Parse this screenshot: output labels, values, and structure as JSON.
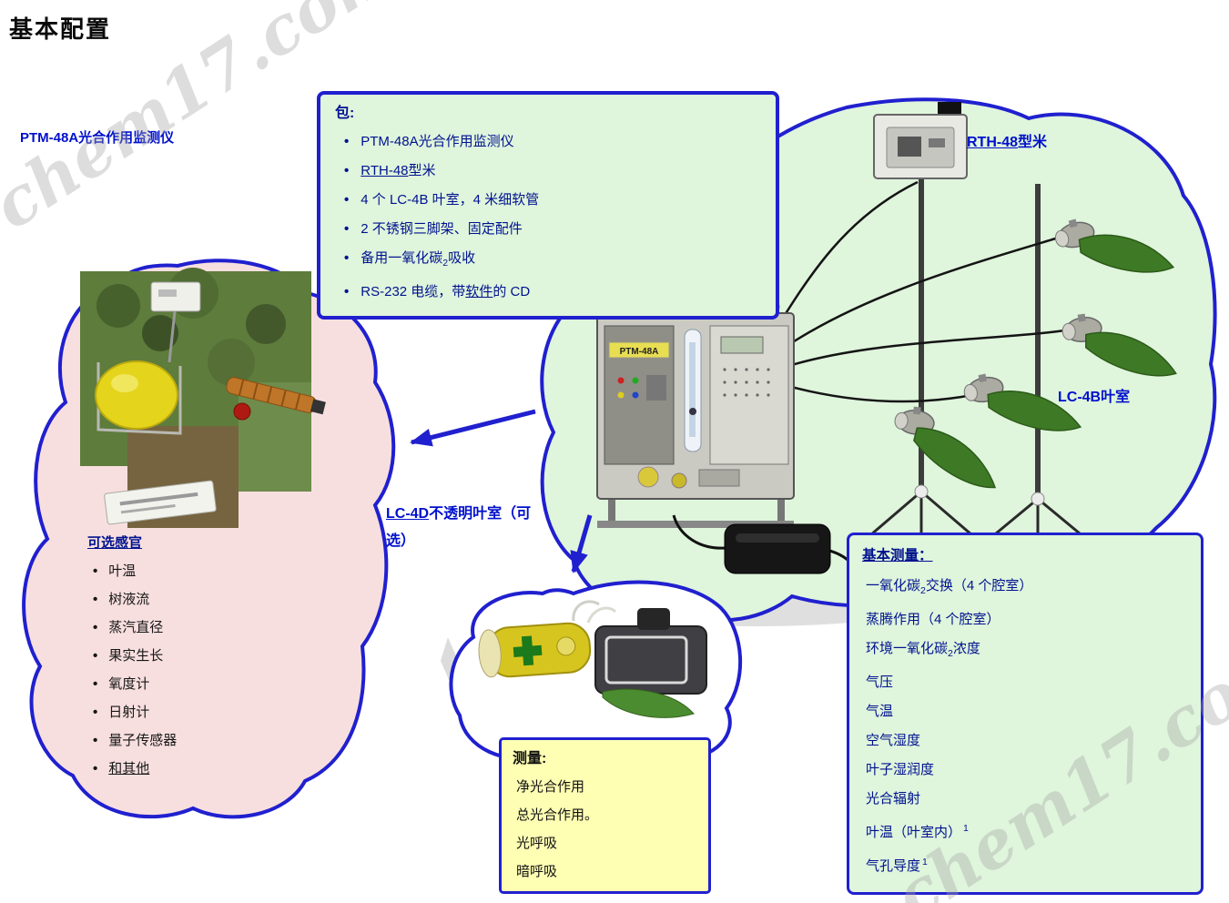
{
  "page": {
    "title": "基本配置",
    "watermark": "chem17.com"
  },
  "labels": {
    "ptm": "PTM-48A光合作用监测仪",
    "rth": [
      {
        "t": "RTH-48",
        "u": true
      },
      {
        "t": "型米"
      }
    ],
    "lc4b": "LC-4B叶室",
    "lc4d_line1": [
      {
        "t": "LC-4D",
        "u": true
      },
      {
        "t": "不透明叶室（可"
      }
    ],
    "lc4d_line2": "选）"
  },
  "equipment": {
    "device_label": "PTM-48A"
  },
  "includes_box": {
    "heading": "包:",
    "items": [
      [
        {
          "t": "PTM-48A光合作用监测仪"
        }
      ],
      [
        {
          "t": "RTH-48",
          "u": true
        },
        {
          "t": "型米"
        }
      ],
      [
        {
          "t": "4 个 LC-4B 叶室，4 米细软管"
        }
      ],
      [
        {
          "t": "2 不锈钢三脚架、固定配件"
        }
      ],
      [
        {
          "t": "备用一氧化碳"
        },
        {
          "t": "2",
          "sub": true
        },
        {
          "t": "吸收"
        }
      ],
      [
        {
          "t": "RS-232 电缆，带"
        },
        {
          "t": "软件",
          "u": true
        },
        {
          "t": "的 CD"
        }
      ]
    ]
  },
  "optional_sensors": {
    "heading": "可选感官",
    "items": [
      [
        {
          "t": "叶温"
        }
      ],
      [
        {
          "t": "树液流"
        }
      ],
      [
        {
          "t": "蒸汽直径"
        }
      ],
      [
        {
          "t": "果实生长"
        }
      ],
      [
        {
          "t": "氧度计"
        }
      ],
      [
        {
          "t": "日射计"
        }
      ],
      [
        {
          "t": "量子传感器"
        }
      ],
      [
        {
          "t": "和其他",
          "u": true
        }
      ]
    ]
  },
  "lc4d_measurements": {
    "heading": "测量:",
    "items": [
      [
        {
          "t": "净光合作用"
        }
      ],
      [
        {
          "t": "总光合作用。"
        }
      ],
      [
        {
          "t": "光呼吸"
        }
      ],
      [
        {
          "t": "暗呼吸"
        }
      ]
    ]
  },
  "basic_measurements": {
    "heading": "基本测量： ",
    "items": [
      [
        {
          "t": "一氧化碳"
        },
        {
          "t": "2",
          "sub": true
        },
        {
          "t": "交换（4 个腔室）"
        }
      ],
      [
        {
          "t": "蒸腾作用（4 个腔室）"
        }
      ],
      [
        {
          "t": "环境一氧化碳"
        },
        {
          "t": "2",
          "sub": true
        },
        {
          "t": "浓度"
        }
      ],
      [
        {
          "t": "气压"
        }
      ],
      [
        {
          "t": "气温"
        }
      ],
      [
        {
          "t": "空气湿度"
        }
      ],
      [
        {
          "t": "叶子湿润度"
        }
      ],
      [
        {
          "t": "光合辐射"
        }
      ],
      [
        {
          "t": "叶温（叶室内）"
        },
        {
          "t": "1",
          "sup": true
        }
      ],
      [
        {
          "t": "气孔导度"
        },
        {
          "t": "1",
          "sup": true
        }
      ]
    ]
  },
  "colors": {
    "border_blue": "#2020cf",
    "label_blue": "#0010cc",
    "text_navy": "#00128f",
    "green_bg": "#dff5dc",
    "pink_bg": "#f8dfdf",
    "yellow_bg": "#ffffb4"
  }
}
